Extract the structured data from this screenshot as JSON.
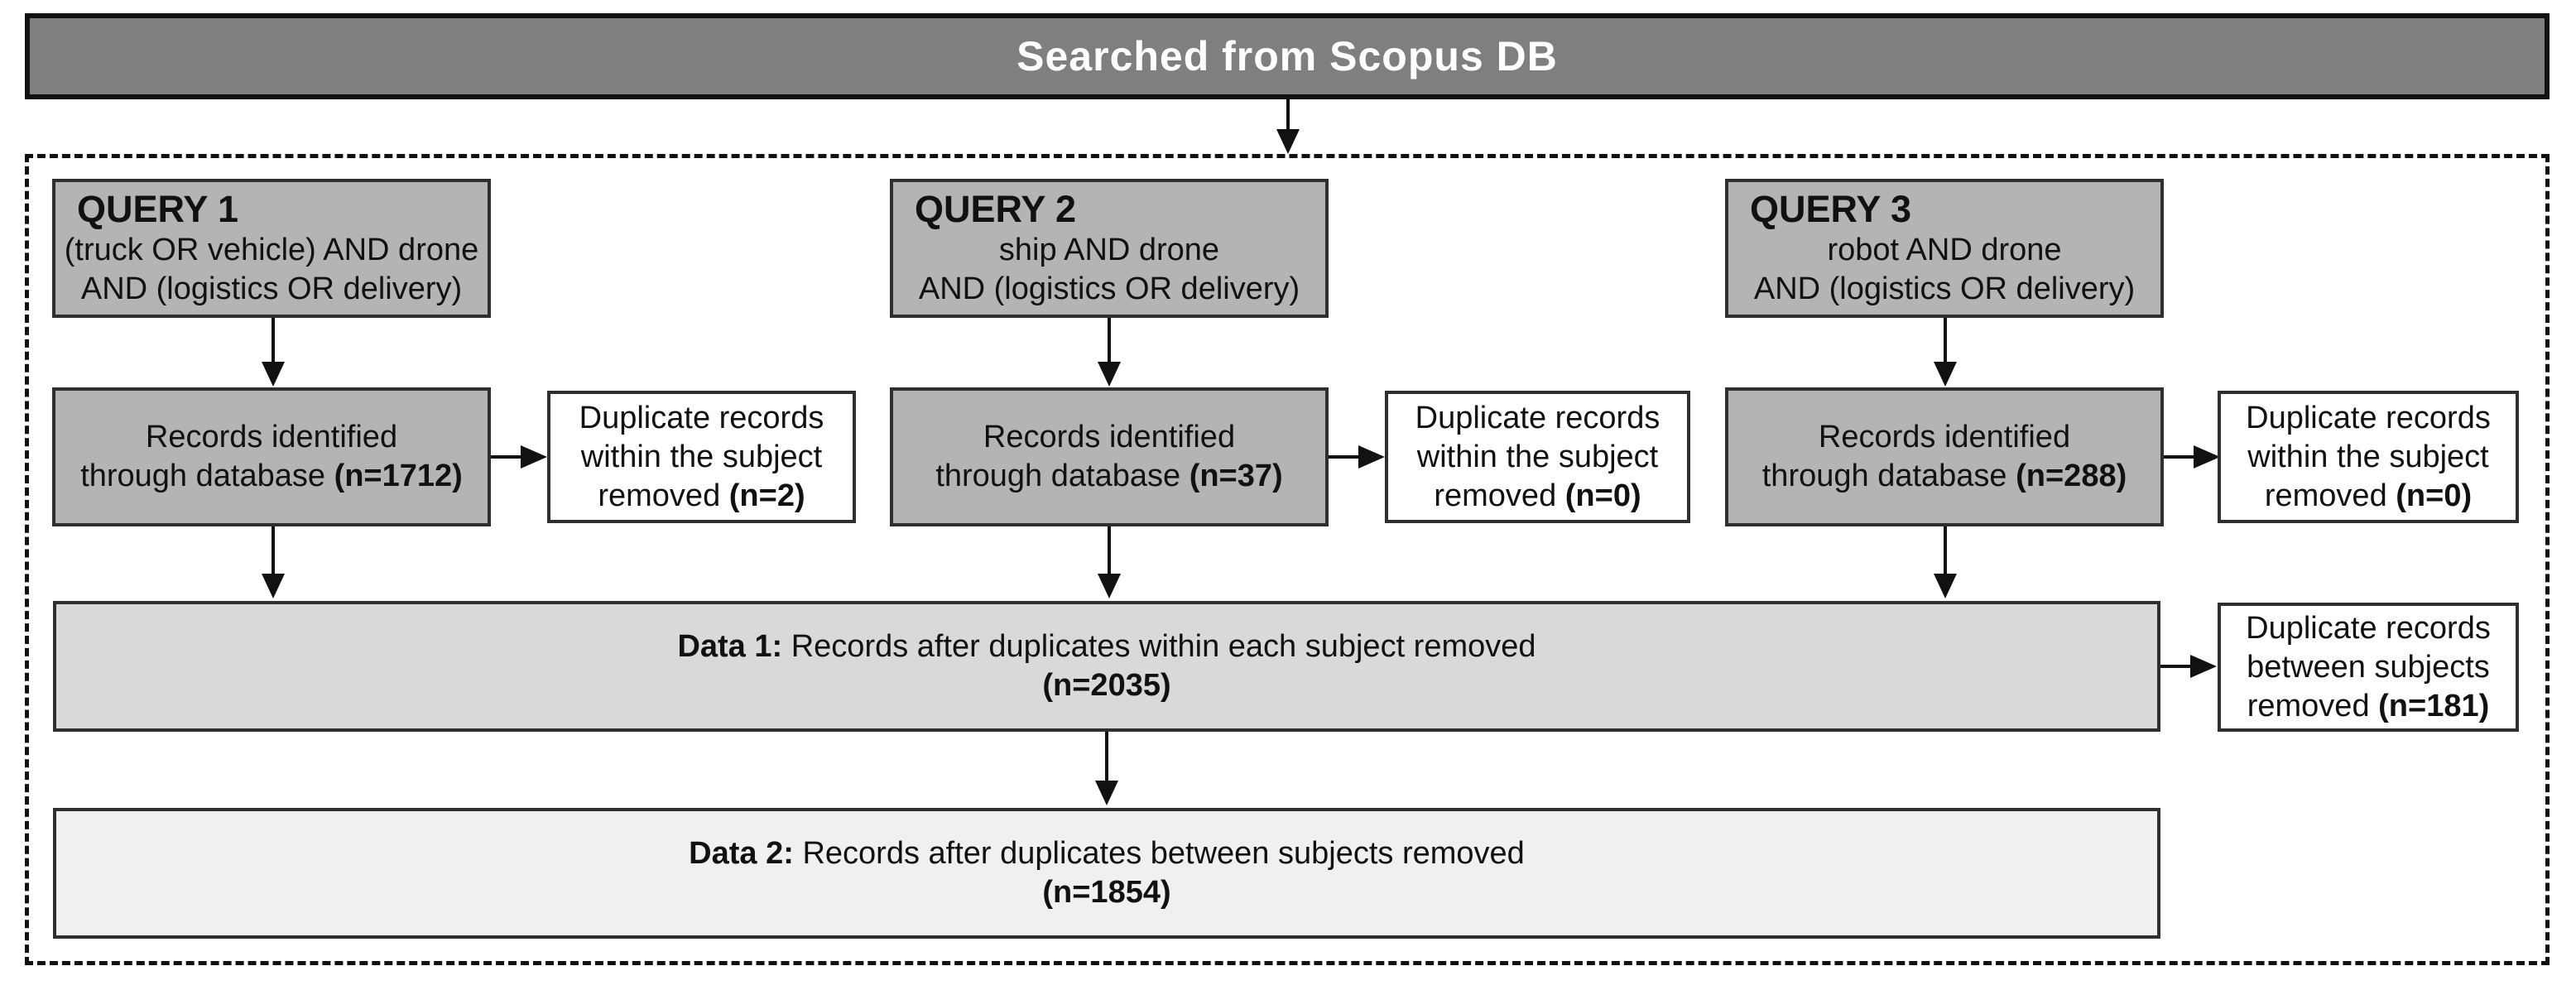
{
  "header": {
    "title": "Searched from Scopus DB"
  },
  "queries": [
    {
      "label": "QUERY 1",
      "query_line1": "(truck OR vehicle) AND drone",
      "query_line2": "AND (logistics OR delivery)",
      "records": {
        "line1": "Records identified",
        "line2": "through database",
        "count": "(n=1712)"
      },
      "duplicates": {
        "line1": "Duplicate records",
        "line2": "within the subject",
        "line3": "removed",
        "count": "(n=2)"
      }
    },
    {
      "label": "QUERY 2",
      "query_line1": "ship AND drone",
      "query_line2": "AND (logistics OR delivery)",
      "records": {
        "line1": "Records identified",
        "line2": "through database",
        "count": "(n=37)"
      },
      "duplicates": {
        "line1": "Duplicate records",
        "line2": "within the subject",
        "line3": "removed",
        "count": "(n=0)"
      }
    },
    {
      "label": "QUERY 3",
      "query_line1": "robot AND drone",
      "query_line2": "AND (logistics OR delivery)",
      "records": {
        "line1": "Records identified",
        "line2": "through database",
        "count": "(n=288)"
      },
      "duplicates": {
        "line1": "Duplicate records",
        "line2": "within the subject",
        "line3": "removed",
        "count": "(n=0)"
      }
    }
  ],
  "data1": {
    "label": "Data 1:",
    "text": "Records after duplicates within each subject removed",
    "count": "(n=2035)"
  },
  "between_duplicates": {
    "line1": "Duplicate records",
    "line2": "between subjects",
    "line3": "removed",
    "count": "(n=181)"
  },
  "data2": {
    "label": "Data 2:",
    "text": "Records after duplicates between subjects removed",
    "count": "(n=1854)"
  },
  "colors": {
    "header_bg": "#7f7f7f",
    "header_text": "#ffffff",
    "query_box_bg": "#b4b4b4",
    "data1_bg": "#d9d9d9",
    "data2_bg": "#f0f0f0",
    "duplicate_box_bg": "#ffffff",
    "border": "#2f2f2f"
  }
}
